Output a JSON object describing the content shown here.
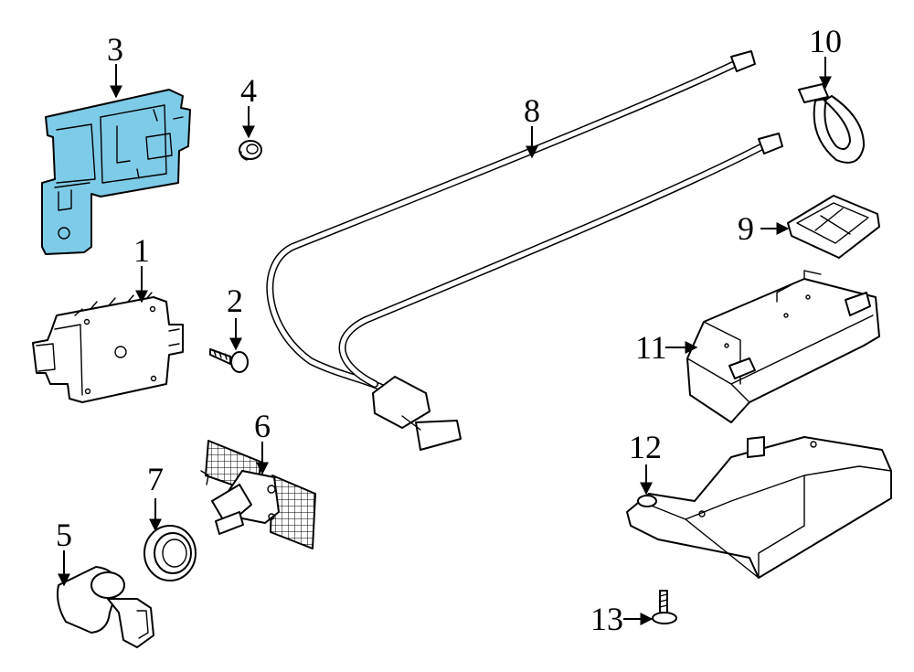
{
  "diagram": {
    "highlight_color": "#7ecbe8",
    "line_color": "#000000",
    "background": "#ffffff",
    "callouts": {
      "p1": "1",
      "p2": "2",
      "p3": "3",
      "p4": "4",
      "p5": "5",
      "p6": "6",
      "p7": "7",
      "p8": "8",
      "p9": "9",
      "p10": "10",
      "p11": "11",
      "p12": "12",
      "p13": "13"
    }
  }
}
